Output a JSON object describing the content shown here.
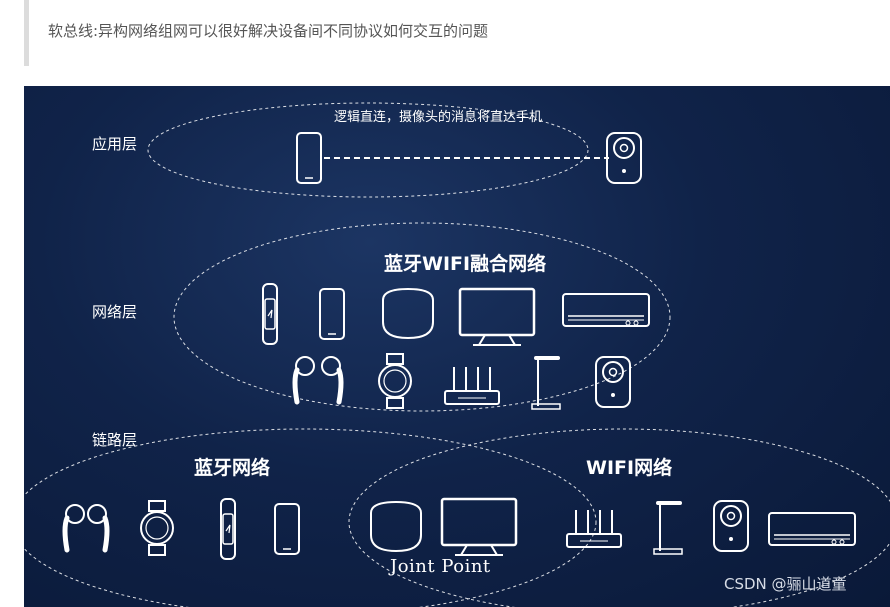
{
  "quote": {
    "text": "软总线:异构网络组网可以很好解决设备间不同协议如何交互的问题"
  },
  "diagram": {
    "layers": {
      "application": "应用层",
      "network": "网络层",
      "link": "链路层"
    },
    "app_note": "逻辑直连，摄像头的消息将直达手机",
    "fusion_title": "蓝牙WIFI融合网络",
    "bluetooth_title": "蓝牙网络",
    "wifi_title": "WIFI网络",
    "joint_point": "Joint Point",
    "watermark": "CSDN @骊山道童",
    "colors": {
      "background": "#0f2248",
      "lines": "#ffffff",
      "text": "#ffffff"
    },
    "icons": [
      "phone-icon",
      "camera-icon",
      "band-icon",
      "smart-speaker-icon",
      "monitor-icon",
      "air-conditioner-icon",
      "earbuds-icon",
      "watch-icon",
      "router-icon",
      "desk-lamp-icon"
    ]
  }
}
